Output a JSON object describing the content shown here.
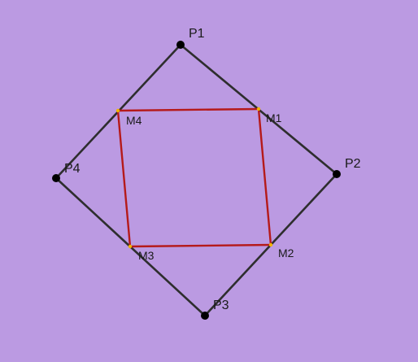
{
  "canvas": {
    "background": "#bb9ae2"
  },
  "colors": {
    "outer_edge": "#2e2e2e",
    "inner_edge": "#b51a1a",
    "vertex_point": "#000000",
    "midpoint_marker": "#f0b400",
    "label": "#1a1a1a"
  },
  "points": {
    "P1": {
      "label": "P1"
    },
    "P2": {
      "label": "P2"
    },
    "P3": {
      "label": "P3"
    },
    "P4": {
      "label": "P4"
    },
    "M1": {
      "label": "M1"
    },
    "M2": {
      "label": "M2"
    },
    "M3": {
      "label": "M3"
    },
    "M4": {
      "label": "M4"
    }
  }
}
